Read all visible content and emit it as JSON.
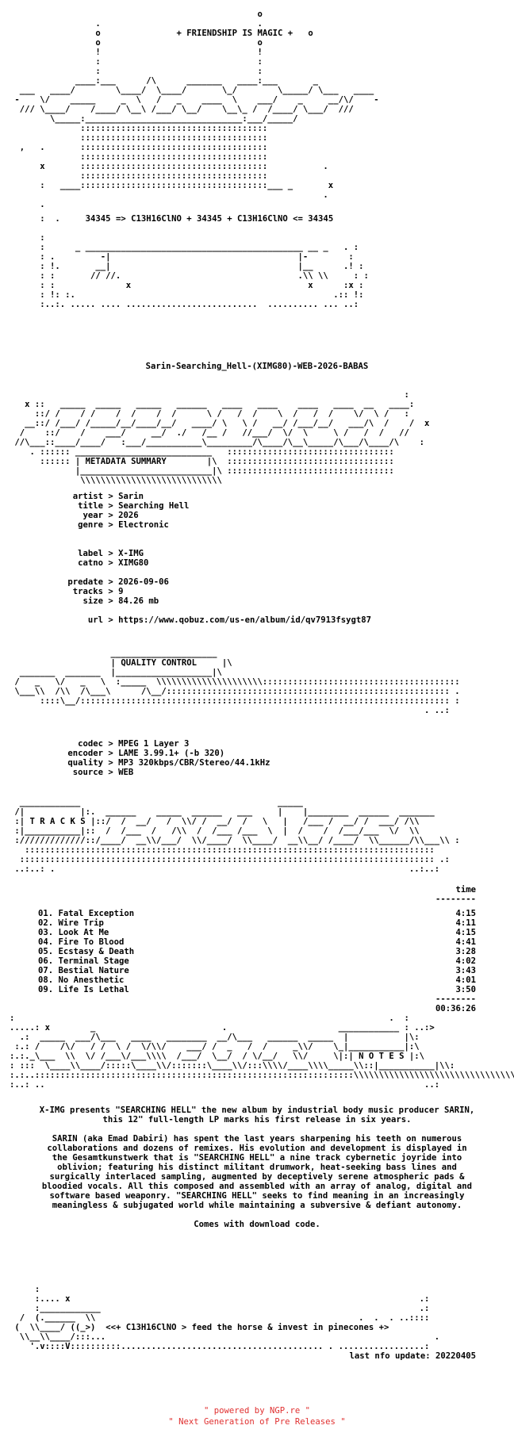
{
  "header": {
    "tagline": "+ FRIENDSHIP IS MAGIC +",
    "formula": "34345 => C13H16ClNO + 34345 + C13H16ClNO <= 34345"
  },
  "release": {
    "name": "Sarin-Searching_Hell-(XIMG80)-WEB-2026-BABAS"
  },
  "metadata": {
    "section_title": "METADATA SUMMARY",
    "rows": [
      {
        "key": "artist",
        "value": "Sarin"
      },
      {
        "key": "title",
        "value": "Searching Hell"
      },
      {
        "key": "year",
        "value": "2026"
      },
      {
        "key": "genre",
        "value": "Electronic"
      }
    ],
    "rows2": [
      {
        "key": "label",
        "value": "X-IMG"
      },
      {
        "key": "catno",
        "value": "XIMG80"
      }
    ],
    "rows3": [
      {
        "key": "predate",
        "value": "2026-09-06"
      },
      {
        "key": "tracks",
        "value": "9"
      },
      {
        "key": "size",
        "value": "84.26 mb"
      }
    ],
    "url_key": "url",
    "url": "https://www.qobuz.com/us-en/album/id/qv7913fsygt87"
  },
  "quality": {
    "section_title": "QUALITY CONTROL",
    "rows": [
      {
        "key": "codec",
        "value": "MPEG 1 Layer 3"
      },
      {
        "key": "encoder",
        "value": "LAME 3.99.1+ (-b 320)"
      },
      {
        "key": "quality",
        "value": "MP3 320kbps/CBR/Stereo/44.1kHz"
      },
      {
        "key": "source",
        "value": "WEB"
      }
    ]
  },
  "tracks": {
    "section_title": "T R A C K S",
    "time_header": "time",
    "time_rule": "--------",
    "list": [
      {
        "title": "01. Fatal Exception",
        "time": "4:15"
      },
      {
        "title": "02. Wire Trip",
        "time": "4:11"
      },
      {
        "title": "03. Look At Me",
        "time": "4:15"
      },
      {
        "title": "04. Fire To Blood",
        "time": "4:41"
      },
      {
        "title": "05. Ecstasy & Death",
        "time": "3:28"
      },
      {
        "title": "06. Terminal Stage",
        "time": "4:02"
      },
      {
        "title": "07. Bestial Nature",
        "time": "3:43"
      },
      {
        "title": "08. No Anesthetic",
        "time": "4:01"
      },
      {
        "title": "09. Life Is Lethal",
        "time": "3:50"
      }
    ],
    "total_rule": "--------",
    "total": "00:36:26"
  },
  "notes": {
    "section_title": "N O T E S",
    "p1": "X-IMG presents \"SEARCHING HELL\" the new album by industrial body music producer SARIN, this 12\" full-length LP marks his first release in six years.",
    "p2": "SARIN (aka Emad Dabiri) has spent the last years sharpening his teeth on numerous collaborations and dozens of remixes. His evolution and development is displayed in the Gesamtkunstwerk that is \"SEARCHING HELL\" a nine track cybernetic joyride into oblivion; featuring his distinct militant drumwork, heat-seeking bass lines and surgically interlaced sampling, augmented by deceptively serene atmospheric pads & bloodied vocals. All this composed and assembled with an array of analog, digital and software based weaponry. \"SEARCHING HELL\" seeks to find meaning in an increasingly meaningless & subjugated world while maintaining a subversive & defiant autonomy.",
    "p3": "Comes with download code."
  },
  "outro": {
    "tagline": "<<+ C13H16ClNO > feed the horse & invest in pinecones +>",
    "last_update": "last nfo update: 20220405"
  },
  "footer": {
    "line1": "\" powered by NGP.re \"",
    "line2": "\" Next Generation of Pre Releases \""
  }
}
